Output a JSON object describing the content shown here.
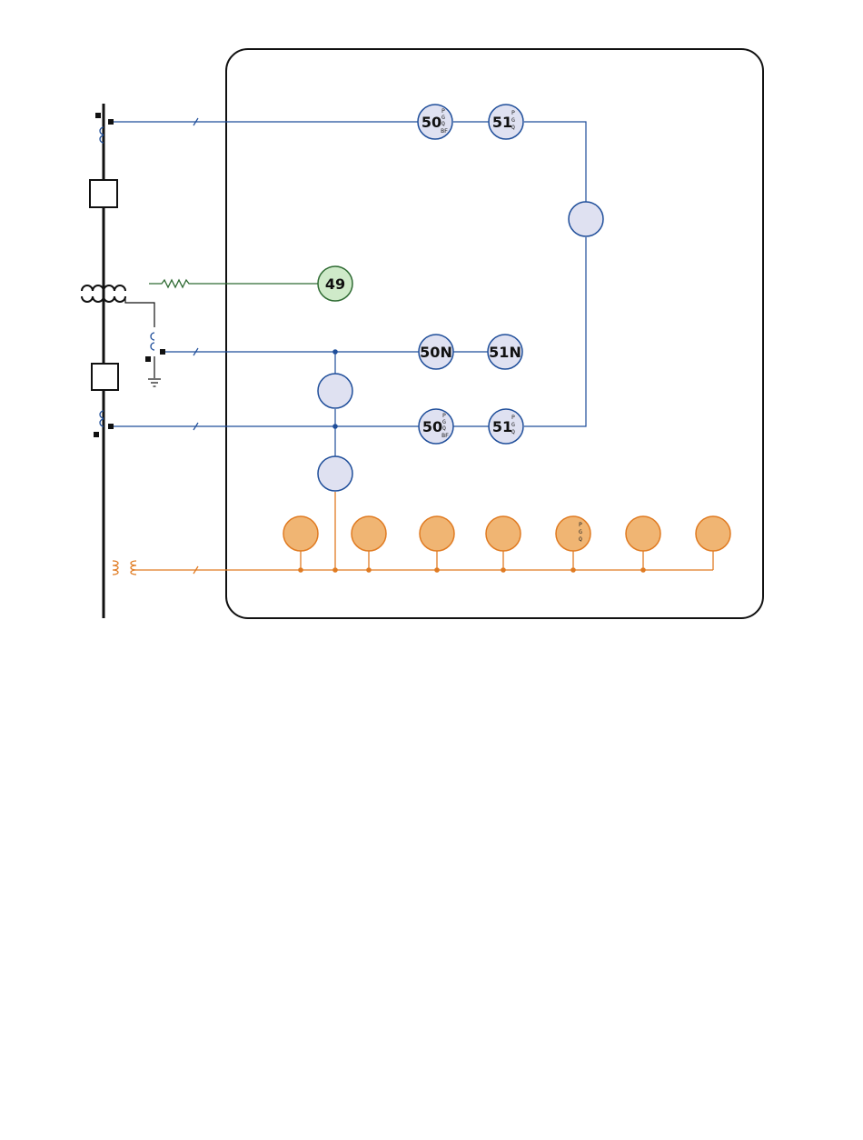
{
  "colors": {
    "bus": "#111111",
    "ct_circuit": "#1f4e9a",
    "device_fill": "#dfe1f1",
    "thermal": "#2f6b33",
    "thermal_fill": "#cfeac9",
    "voltage": "#e07b22",
    "voltage_fill": "#f0b573",
    "enclosure": "#111111"
  },
  "devices": {
    "hv_50": {
      "main": "50",
      "sub": [
        "P",
        "G",
        "Q",
        "BF"
      ]
    },
    "hv_51": {
      "main": "51",
      "sub": [
        "P",
        "G",
        "Q"
      ]
    },
    "diff_87": {
      "main": "",
      "sub": []
    },
    "thermal_49": {
      "main": "49",
      "sub": []
    },
    "neutral_50n": {
      "main": "50N",
      "sub": []
    },
    "neutral_51n": {
      "main": "51N",
      "sub": []
    },
    "restricted_ef": {
      "main": "",
      "sub": []
    },
    "lv_50": {
      "main": "50",
      "sub": [
        "P",
        "G",
        "Q",
        "BF"
      ]
    },
    "lv_51": {
      "main": "51",
      "sub": [
        "P",
        "G",
        "Q"
      ]
    },
    "lv_extra": {
      "main": "",
      "sub": []
    }
  },
  "voltage_elements": [
    {
      "main": "",
      "sub": []
    },
    {
      "main": "",
      "sub": []
    },
    {
      "main": "",
      "sub": []
    },
    {
      "main": "",
      "sub": []
    },
    {
      "main": "",
      "sub": [
        "P",
        "G",
        "Q"
      ]
    },
    {
      "main": "",
      "sub": []
    },
    {
      "main": "",
      "sub": []
    }
  ]
}
